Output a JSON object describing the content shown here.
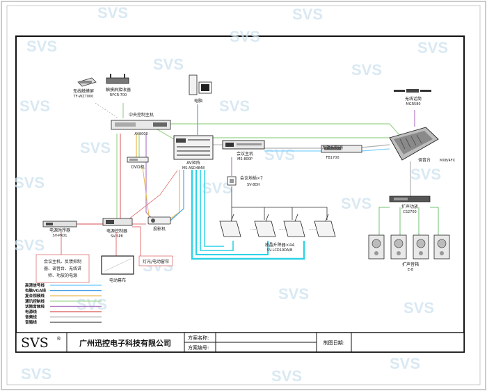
{
  "watermark": "SVS",
  "devices": {
    "touch_screen": {
      "name": "无线触摸屏",
      "model": "TF-WZ7000"
    },
    "touch_receiver": {
      "name": "触摸屏接收器",
      "model": "RFCR-700"
    },
    "central_control": {
      "name": "中央控制主机",
      "model": "AV9000"
    },
    "dvd": {
      "name": "DVD机"
    },
    "computer": {
      "name": "电脑"
    },
    "matrix": {
      "name": "AV矩阵",
      "model": "MS-ASD4848"
    },
    "conference_host": {
      "name": "会议主机",
      "model": "MS-800P"
    },
    "feedback_suppressor": {
      "name": "反馈抑制器",
      "model": "FB1700"
    },
    "wireless_mic": {
      "name": "无线话筒",
      "model": "MGR580"
    },
    "mixer": {
      "name": "调音台",
      "model": "MX8/4FX"
    },
    "sequencer": {
      "name": "电源时序器",
      "model": "SV-PR01"
    },
    "power_controller": {
      "name": "电源控制器",
      "model": "SV-SP8"
    },
    "projector": {
      "name": "投影机"
    },
    "floor_box": {
      "name": "会议地插×7",
      "model": "SV-8DH"
    },
    "lift": {
      "name": "液晶升降器×44",
      "model": "SV-LCD19DA/B"
    },
    "amplifier": {
      "name": "扩声功放",
      "model": "CS2700"
    },
    "speakers": {
      "name": "扩声音箱",
      "model": "E-8"
    },
    "power_note": {
      "line1": "会议主机、反馈抑制",
      "line2": "器、调音台、无线讲",
      "line3": "师、功放的电源"
    },
    "screen": {
      "name": "电动幕布"
    },
    "lights": {
      "name": "灯光/电动窗帘"
    }
  },
  "legend": [
    {
      "label": "高清信号线",
      "color": "#7fd0ff"
    },
    {
      "label": "电脑VGA线",
      "color": "#4aa3e8"
    },
    {
      "label": "复合视频线",
      "color": "#e8b84a"
    },
    {
      "label": "通讯控制线",
      "color": "#9bd48b"
    },
    {
      "label": "话筒音频线",
      "color": "#b07cc6"
    },
    {
      "label": "电源线",
      "color": "#e07070"
    },
    {
      "label": "音频线",
      "color": "#b0b0b0"
    },
    {
      "label": "音箱线",
      "color": "#707070"
    }
  ],
  "titleblock": {
    "logo": "SVS",
    "company": "广州迅控电子科技有限公司",
    "scheme_name": "方案名称:",
    "scheme_no": "方案编号:",
    "date": "制图日期:"
  }
}
